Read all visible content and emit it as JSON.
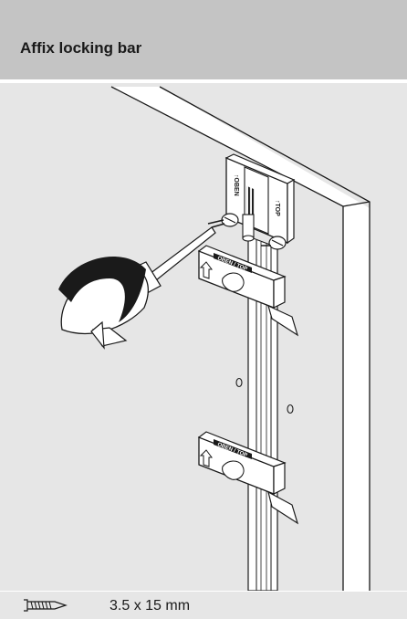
{
  "header": {
    "title": "Affix locking bar"
  },
  "illustration": {
    "lock_label": "OBEN / TOP",
    "mount_label_left": "↑OBEN",
    "mount_label_right": "↑TOP"
  },
  "footer": {
    "screw_icon": "screw-icon",
    "screw_size": "3.5 x 15 mm"
  },
  "colors": {
    "header_bg": "#c4c4c4",
    "panel_bg": "#e6e6e6",
    "line": "#1a1a1a"
  }
}
